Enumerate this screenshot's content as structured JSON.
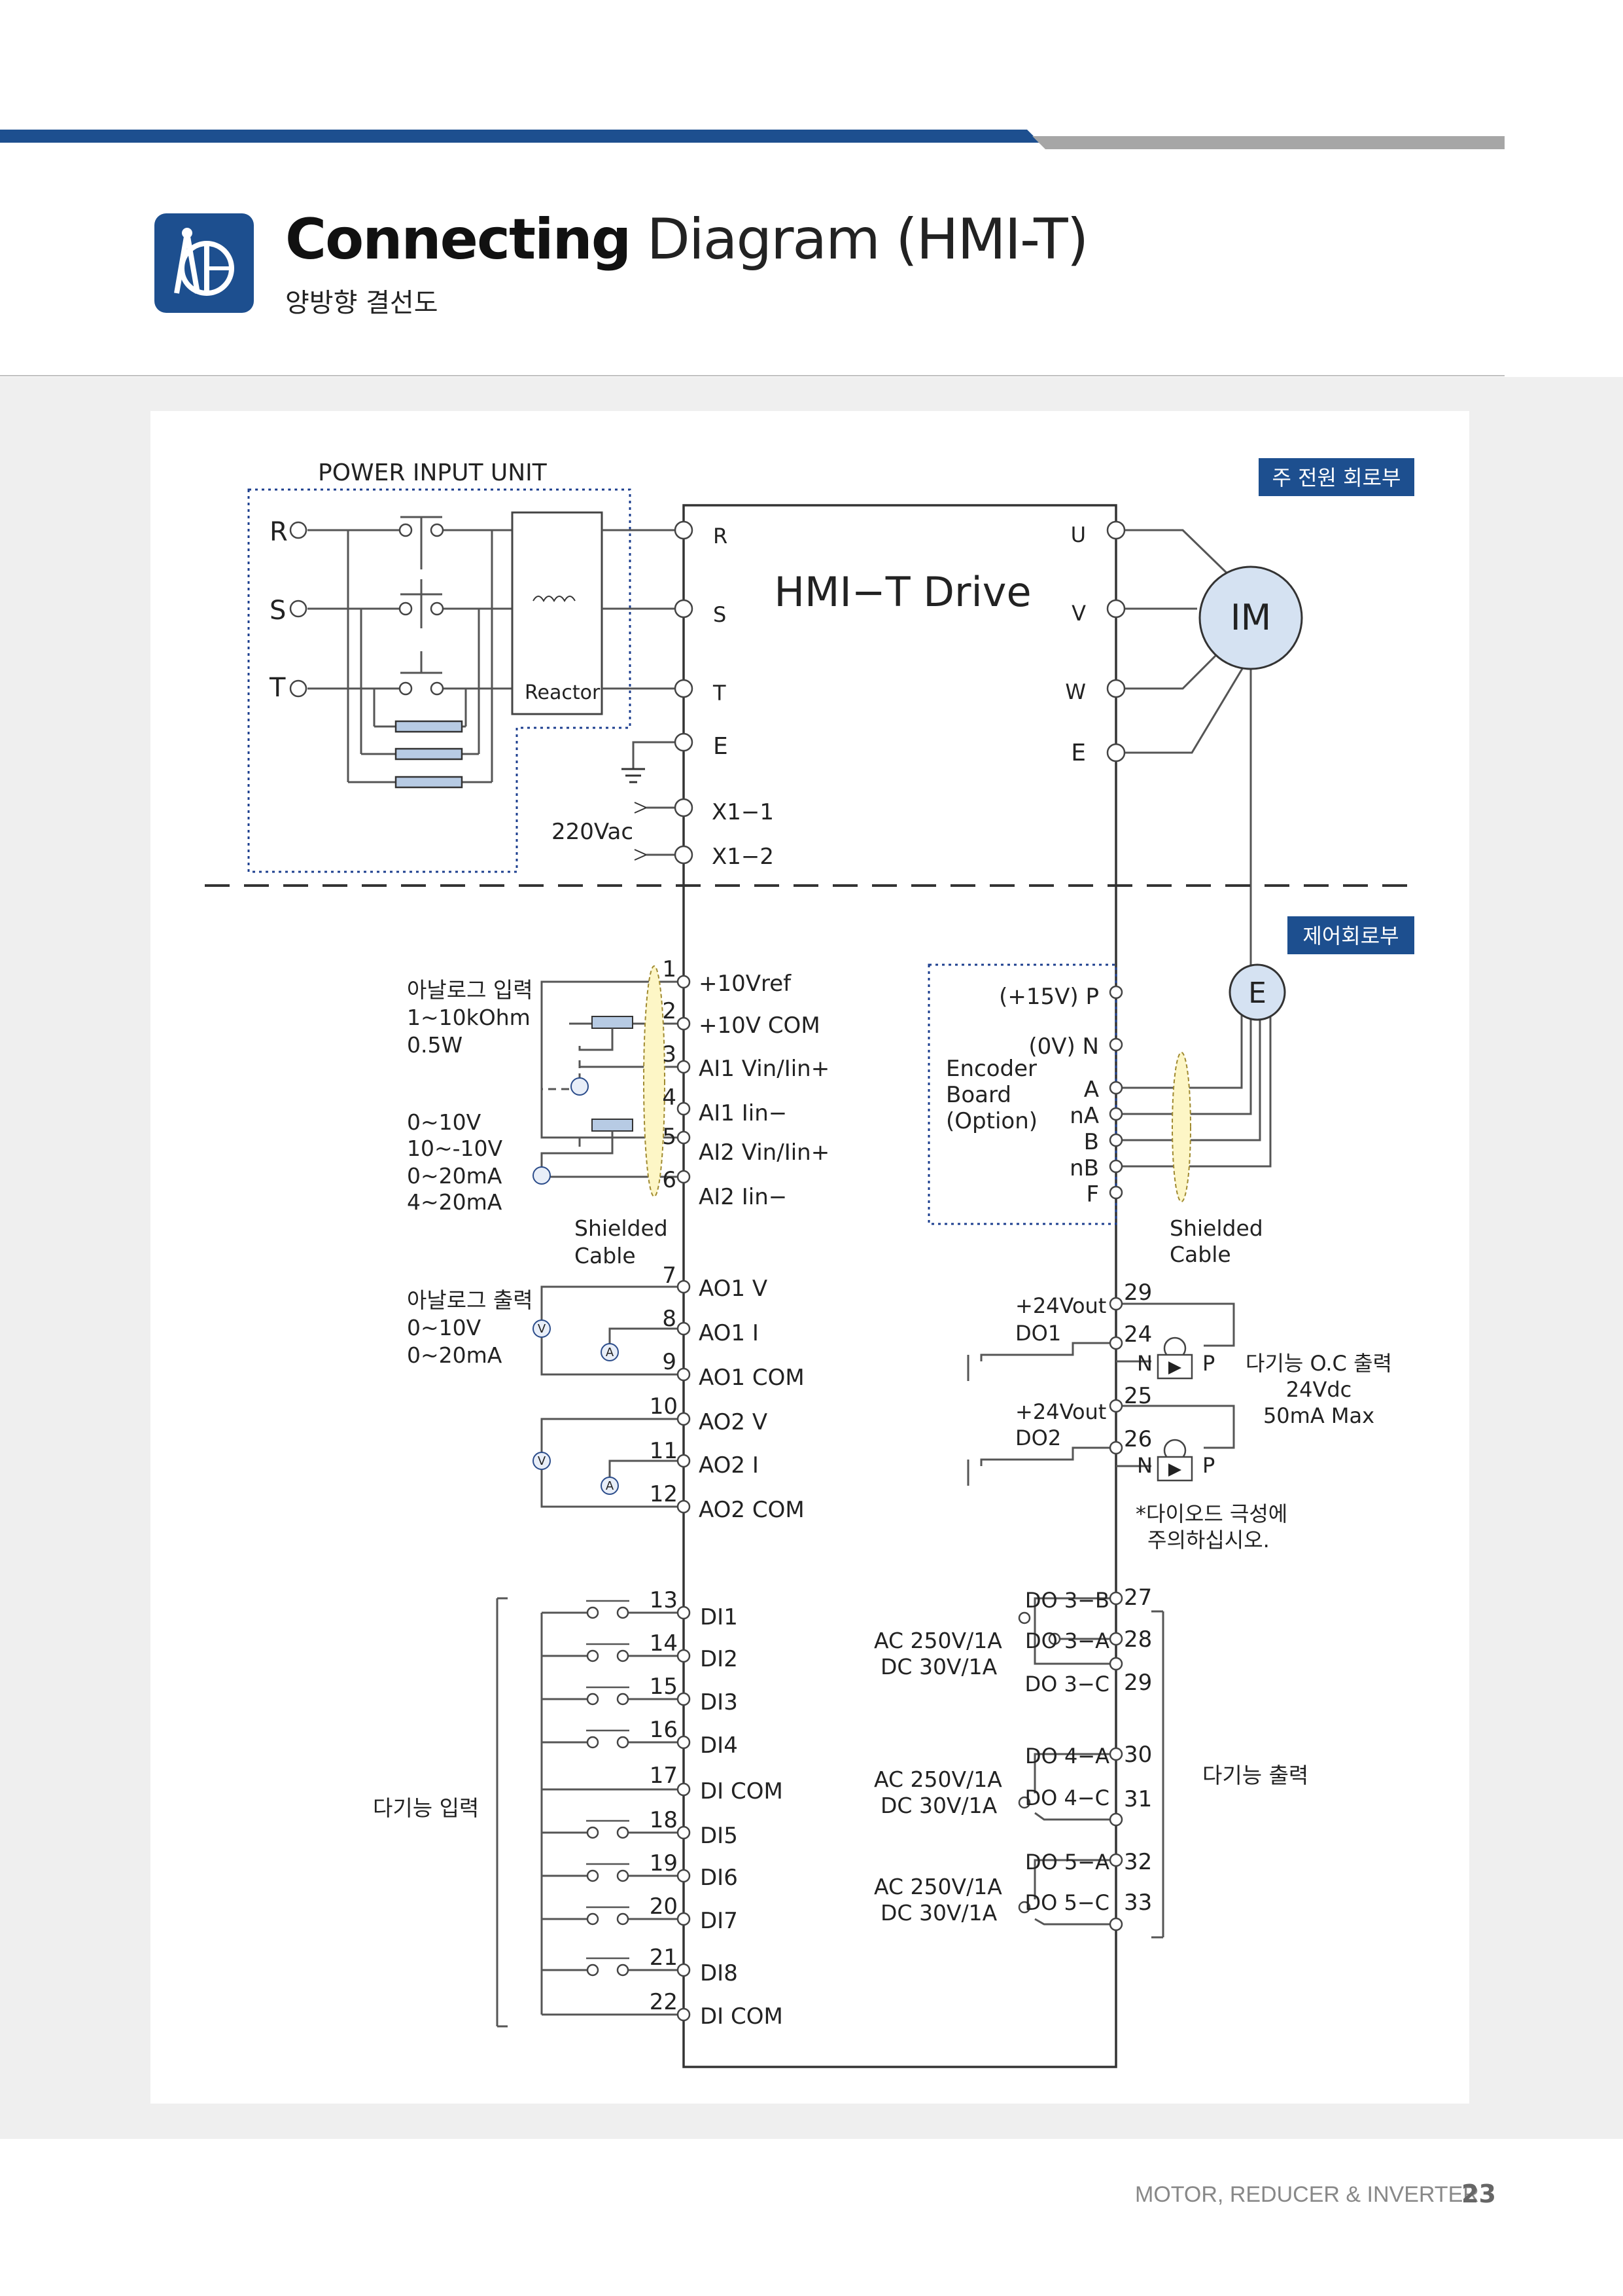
{
  "header": {
    "title_bold": "Connecting",
    "title_light": "Diagram (HMI-T)",
    "subtitle": "양방향 결선도"
  },
  "colors": {
    "brand_blue": "#1d4f8f",
    "accent_grey": "#a6a6a6",
    "wire": "#555555",
    "ground_line": "#333333"
  },
  "labels": {
    "power_input_unit": "POWER INPUT UNIT",
    "main_circuit_tag": "주 전원 회로부",
    "control_circuit_tag": "제어회로부",
    "drive_name": "HMI−T Drive",
    "motor": "IM",
    "encoder_symbol": "E",
    "reactor": "Reactor",
    "supply_220": "220Vac",
    "phase_R": "R",
    "phase_S": "S",
    "phase_T": "T",
    "analog_in_title": "아날로그 입력",
    "analog_in_range": "1~10kOhm",
    "analog_in_power": "0.5W",
    "analog_in_v1": "0~10V",
    "analog_in_v2": "10~-10V",
    "analog_in_i1": "0~20mA",
    "analog_in_i2": "4~20mA",
    "shielded_line1": "Shielded",
    "shielded_line2": "Cable",
    "analog_out_title": "아날로그 출력",
    "analog_out_v": "0~10V",
    "analog_out_i": "0~20mA",
    "encoder_board_1": "Encoder",
    "encoder_board_2": "Board",
    "encoder_board_3": "(Option)",
    "oc_out_1": "다기능 O.C 출력",
    "oc_out_2": "24Vdc",
    "oc_out_3": "50mA Max",
    "diode_note_1": "*다이오드 극성에",
    "diode_note_2": "주의하십시오.",
    "multi_input": "다기능 입력",
    "multi_output": "다기능 출력",
    "relay_rating_1": "AC 250V/1A",
    "relay_rating_2": "DC 30V/1A",
    "out_24v": "+24Vout",
    "do1": "DO1",
    "do2": "DO2",
    "n_label": "N",
    "p_label": "P",
    "volt_symbol": "V",
    "amp_symbol": "A"
  },
  "drive_left_power_terminals": [
    "R",
    "S",
    "T",
    "E",
    "X1−1",
    "X1−2"
  ],
  "drive_right_power_terminals": [
    "U",
    "V",
    "W",
    "E"
  ],
  "control_left_terminals": [
    {
      "num": "1",
      "label": "+10Vref"
    },
    {
      "num": "2",
      "label": "+10V COM"
    },
    {
      "num": "3",
      "label": "AI1 Vin/Iin+"
    },
    {
      "num": "4",
      "label": "AI1 Iin−"
    },
    {
      "num": "5",
      "label": "AI2 Vin/Iin+"
    },
    {
      "num": "6",
      "label": "AI2 Iin−"
    },
    {
      "num": "7",
      "label": "AO1 V"
    },
    {
      "num": "8",
      "label": "AO1 I"
    },
    {
      "num": "9",
      "label": "AO1 COM"
    },
    {
      "num": "10",
      "label": "AO2 V"
    },
    {
      "num": "11",
      "label": "AO2 I"
    },
    {
      "num": "12",
      "label": "AO2 COM"
    },
    {
      "num": "13",
      "label": "DI1"
    },
    {
      "num": "14",
      "label": "DI2"
    },
    {
      "num": "15",
      "label": "DI3"
    },
    {
      "num": "16",
      "label": "DI4"
    },
    {
      "num": "17",
      "label": "DI COM"
    },
    {
      "num": "18",
      "label": "DI5"
    },
    {
      "num": "19",
      "label": "DI6"
    },
    {
      "num": "20",
      "label": "DI7"
    },
    {
      "num": "21",
      "label": "DI8"
    },
    {
      "num": "22",
      "label": "DI COM"
    }
  ],
  "encoder_terminals": [
    "(+15V) P",
    "(0V) N",
    "A",
    "nA",
    "B",
    "nB",
    "F"
  ],
  "control_right_terminals": [
    {
      "num": "29",
      "label": ""
    },
    {
      "num": "24",
      "label": ""
    },
    {
      "num": "25",
      "label": ""
    },
    {
      "num": "26",
      "label": ""
    },
    {
      "num": "27",
      "label": "DO 3−B"
    },
    {
      "num": "28",
      "label": "DO 3−A"
    },
    {
      "num": "29",
      "label": "DO 3−C"
    },
    {
      "num": "30",
      "label": "DO 4−A"
    },
    {
      "num": "31",
      "label": "DO 4−C"
    },
    {
      "num": "32",
      "label": "DO 5−A"
    },
    {
      "num": "33",
      "label": "DO 5−C"
    }
  ],
  "footer": {
    "text": "MOTOR, REDUCER & INVERTER",
    "page": "23"
  }
}
